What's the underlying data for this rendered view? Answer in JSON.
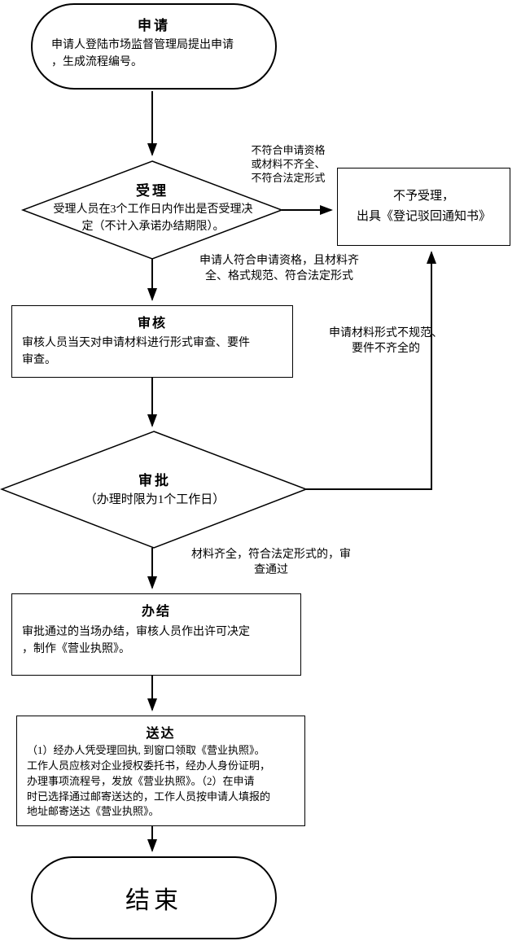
{
  "flow": {
    "apply": {
      "title": "申请",
      "body": "申请人登陆市场监督管理局提出申请\n，生成流程编号。"
    },
    "accept": {
      "title": "受理",
      "body": "受理人员在3个工作日内作出是否受理决\n定（不计入承诺办结期限）。"
    },
    "reject": {
      "body": "不予受理，\n出具《登记驳回通知书》"
    },
    "review": {
      "title": "审核",
      "body": "审核人员当天对申请材料进行形式审查、要件\n审查。"
    },
    "approve": {
      "title": "审批",
      "body": "（办理时限为1个工作日）"
    },
    "finish": {
      "title": "办结",
      "body": "审批通过的当场办结，审核人员作出许可决定\n，制作《营业执照》。"
    },
    "deliver": {
      "title": "送达",
      "body": "（1）经办人凭受理回执, 到窗口领取《营业执照》。\n工作人员应核对企业授权委托书，经办人身份证明，\n办理事项流程号，发放《营业执照》。（2）在申请\n时已选择通过邮寄送达的，工作人员按申请人填报的\n地址邮寄送达《营业执照》。"
    },
    "end": {
      "title": "结束"
    }
  },
  "labels": {
    "reject_condition": "不符合申请资格\n或材料不齐全、\n不符合法定形式",
    "accept_pass": "申请人符合申请资格，且材料齐\n全、格式规范、符合法定形式",
    "approve_reject": "申请材料形式不规范、\n要件不齐全的",
    "approve_pass": "材料齐全，符合法定形式的，审\n查通过"
  },
  "colors": {
    "stroke": "#000000",
    "fill": "#ffffff",
    "text": "#000000"
  }
}
